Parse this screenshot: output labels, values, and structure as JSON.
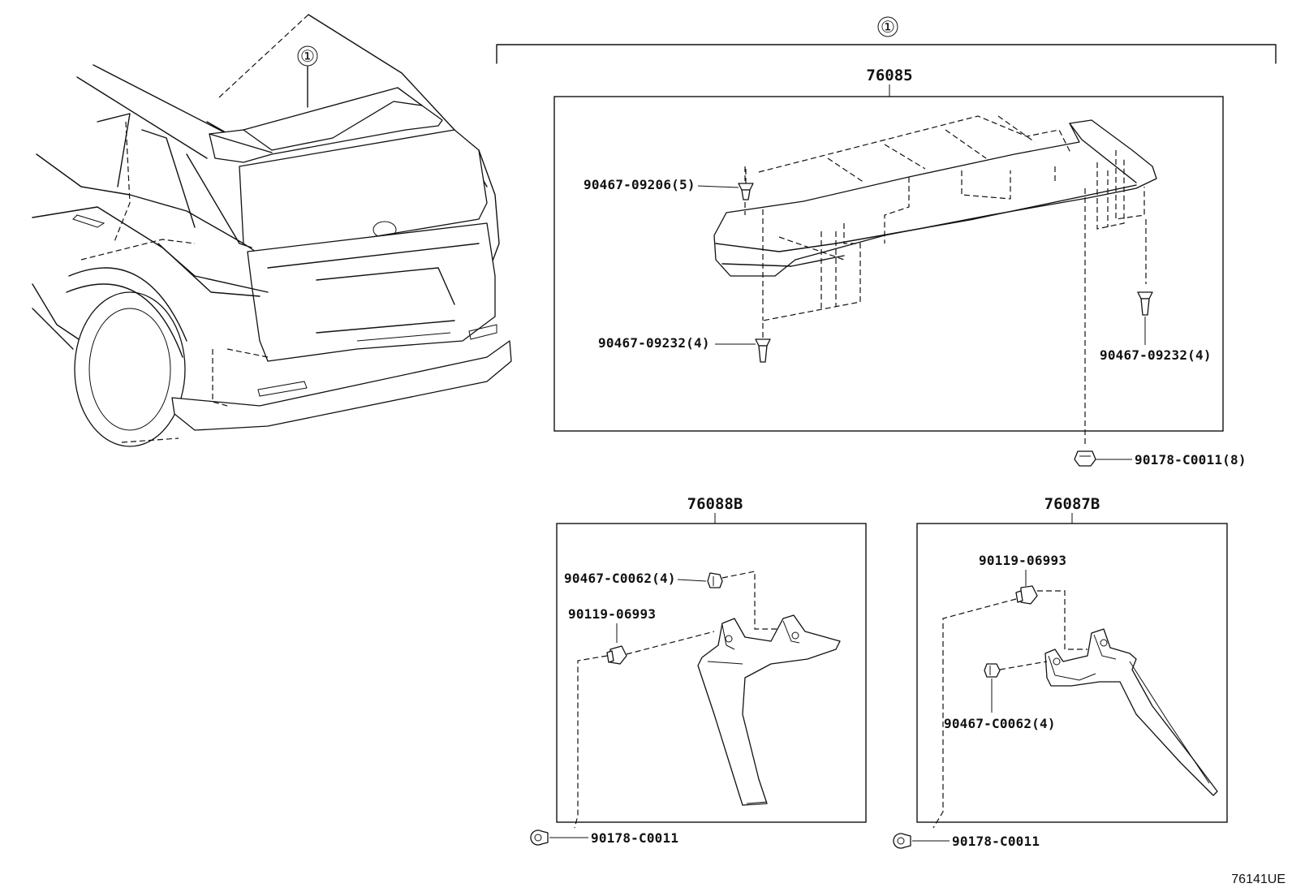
{
  "callouts": {
    "car_ref": "①",
    "assembly_ref": "①"
  },
  "assemblies": {
    "spoiler": "76085",
    "left_bracket": "76088B",
    "right_bracket": "76087B"
  },
  "parts": {
    "spoiler_clip_top": "90467-09206(5)",
    "spoiler_clip_left": "90467-09232(4)",
    "spoiler_clip_right": "90467-09232(4)",
    "spoiler_nut": "90178-C0011(8)",
    "left_clip": "90467-C0062(4)",
    "left_screw": "90119-06993",
    "left_nut": "90178-C0011",
    "right_screw": "90119-06993",
    "right_clip": "90467-C0062(4)",
    "right_nut": "90178-C0011"
  },
  "diagram_code": "76141UE"
}
